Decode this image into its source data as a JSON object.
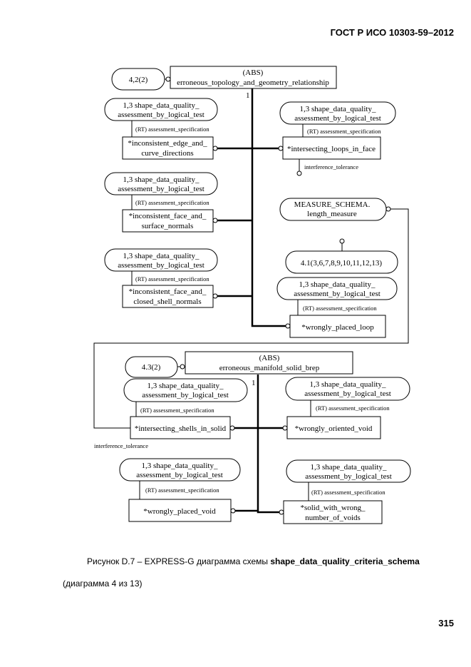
{
  "header": {
    "doc_code": "ГОСТ Р ИСО 10303-59–2012"
  },
  "diagram": {
    "part1": {
      "page_ref": "4,2(2)",
      "abs_entity": {
        "line1": "(ABS)",
        "line2": "erroneous_topology_and_geometry_relationship"
      },
      "one_label": "1",
      "ref_left_1": {
        "line1": "1,3  shape_data_quality_",
        "line2": "assessment_by_logical_test"
      },
      "rt_left_1": "(RT) assessment_specification",
      "ent_left_1": {
        "line1": "*inconsistent_edge_and_",
        "line2": "curve_directions"
      },
      "ref_left_2": {
        "line1": "1,3  shape_data_quality_",
        "line2": "assessment_by_logical_test"
      },
      "rt_left_2": "(RT) assessment_specification",
      "ent_left_2": {
        "line1": "*inconsistent_face_and_",
        "line2": "surface_normals"
      },
      "ref_left_3": {
        "line1": "1,3  shape_data_quality_",
        "line2": "assessment_by_logical_test"
      },
      "rt_left_3": "(RT) assessment_specification",
      "ent_left_3": {
        "line1": "*inconsistent_face_and_",
        "line2": "closed_shell_normals"
      },
      "ref_right_1": {
        "line1": "1,3  shape_data_quality_",
        "line2": "assessment_by_logical_test"
      },
      "rt_right_1": "(RT) assessment_specification",
      "ent_right_1": "*intersecting_loops_in_face",
      "attr_right_1": "interference_tolerance",
      "measure": {
        "line1": "MEASURE_SCHEMA.",
        "line2": "length_measure"
      },
      "measure_ref": "4.1(3,6,7,8,9,10,11,12,13)",
      "ref_right_2": {
        "line1": "1,3  shape_data_quality_",
        "line2": "assessment_by_logical_test"
      },
      "rt_right_2": "(RT) assessment_specification",
      "ent_right_2": "*wrongly_placed_loop"
    },
    "part2": {
      "page_ref": "4.3(2)",
      "abs_entity": {
        "line1": "(ABS)",
        "line2": "erroneous_manifold_solid_brep"
      },
      "one_label": "1",
      "ref_left_1": {
        "line1": "1,3  shape_data_quality_",
        "line2": "assessment_by_logical_test"
      },
      "rt_left_1": "(RT) assessment_specification",
      "ent_left_1": "*intersecting_shells_in_solid",
      "attr_left_1": "interference_tolerance",
      "ref_left_2": {
        "line1": "1,3  shape_data_quality_",
        "line2": "assessment_by_logical_test"
      },
      "rt_left_2": "(RT) assessment_specification",
      "ent_left_2": "*wrongly_placed_void",
      "ref_right_1": {
        "line1": "1,3  shape_data_quality_",
        "line2": "assessment_by_logical_test"
      },
      "rt_right_1": "(RT) assessment_specification",
      "ent_right_1": "*wrongly_oriented_void",
      "ref_right_2": {
        "line1": "1,3  shape_data_quality_",
        "line2": "assessment_by_logical_test"
      },
      "rt_right_2": "(RT) assessment_specification",
      "ent_right_2": {
        "line1": "*solid_with_wrong_",
        "line2": "number_of_voids"
      }
    }
  },
  "caption": {
    "prefix": "Рисунок D.7 – EXPRESS-G диаграмма схемы ",
    "schema": "shape_data_quality_criteria_schema",
    "subline": "(диаграмма 4 из 13)"
  },
  "page_number": "315"
}
